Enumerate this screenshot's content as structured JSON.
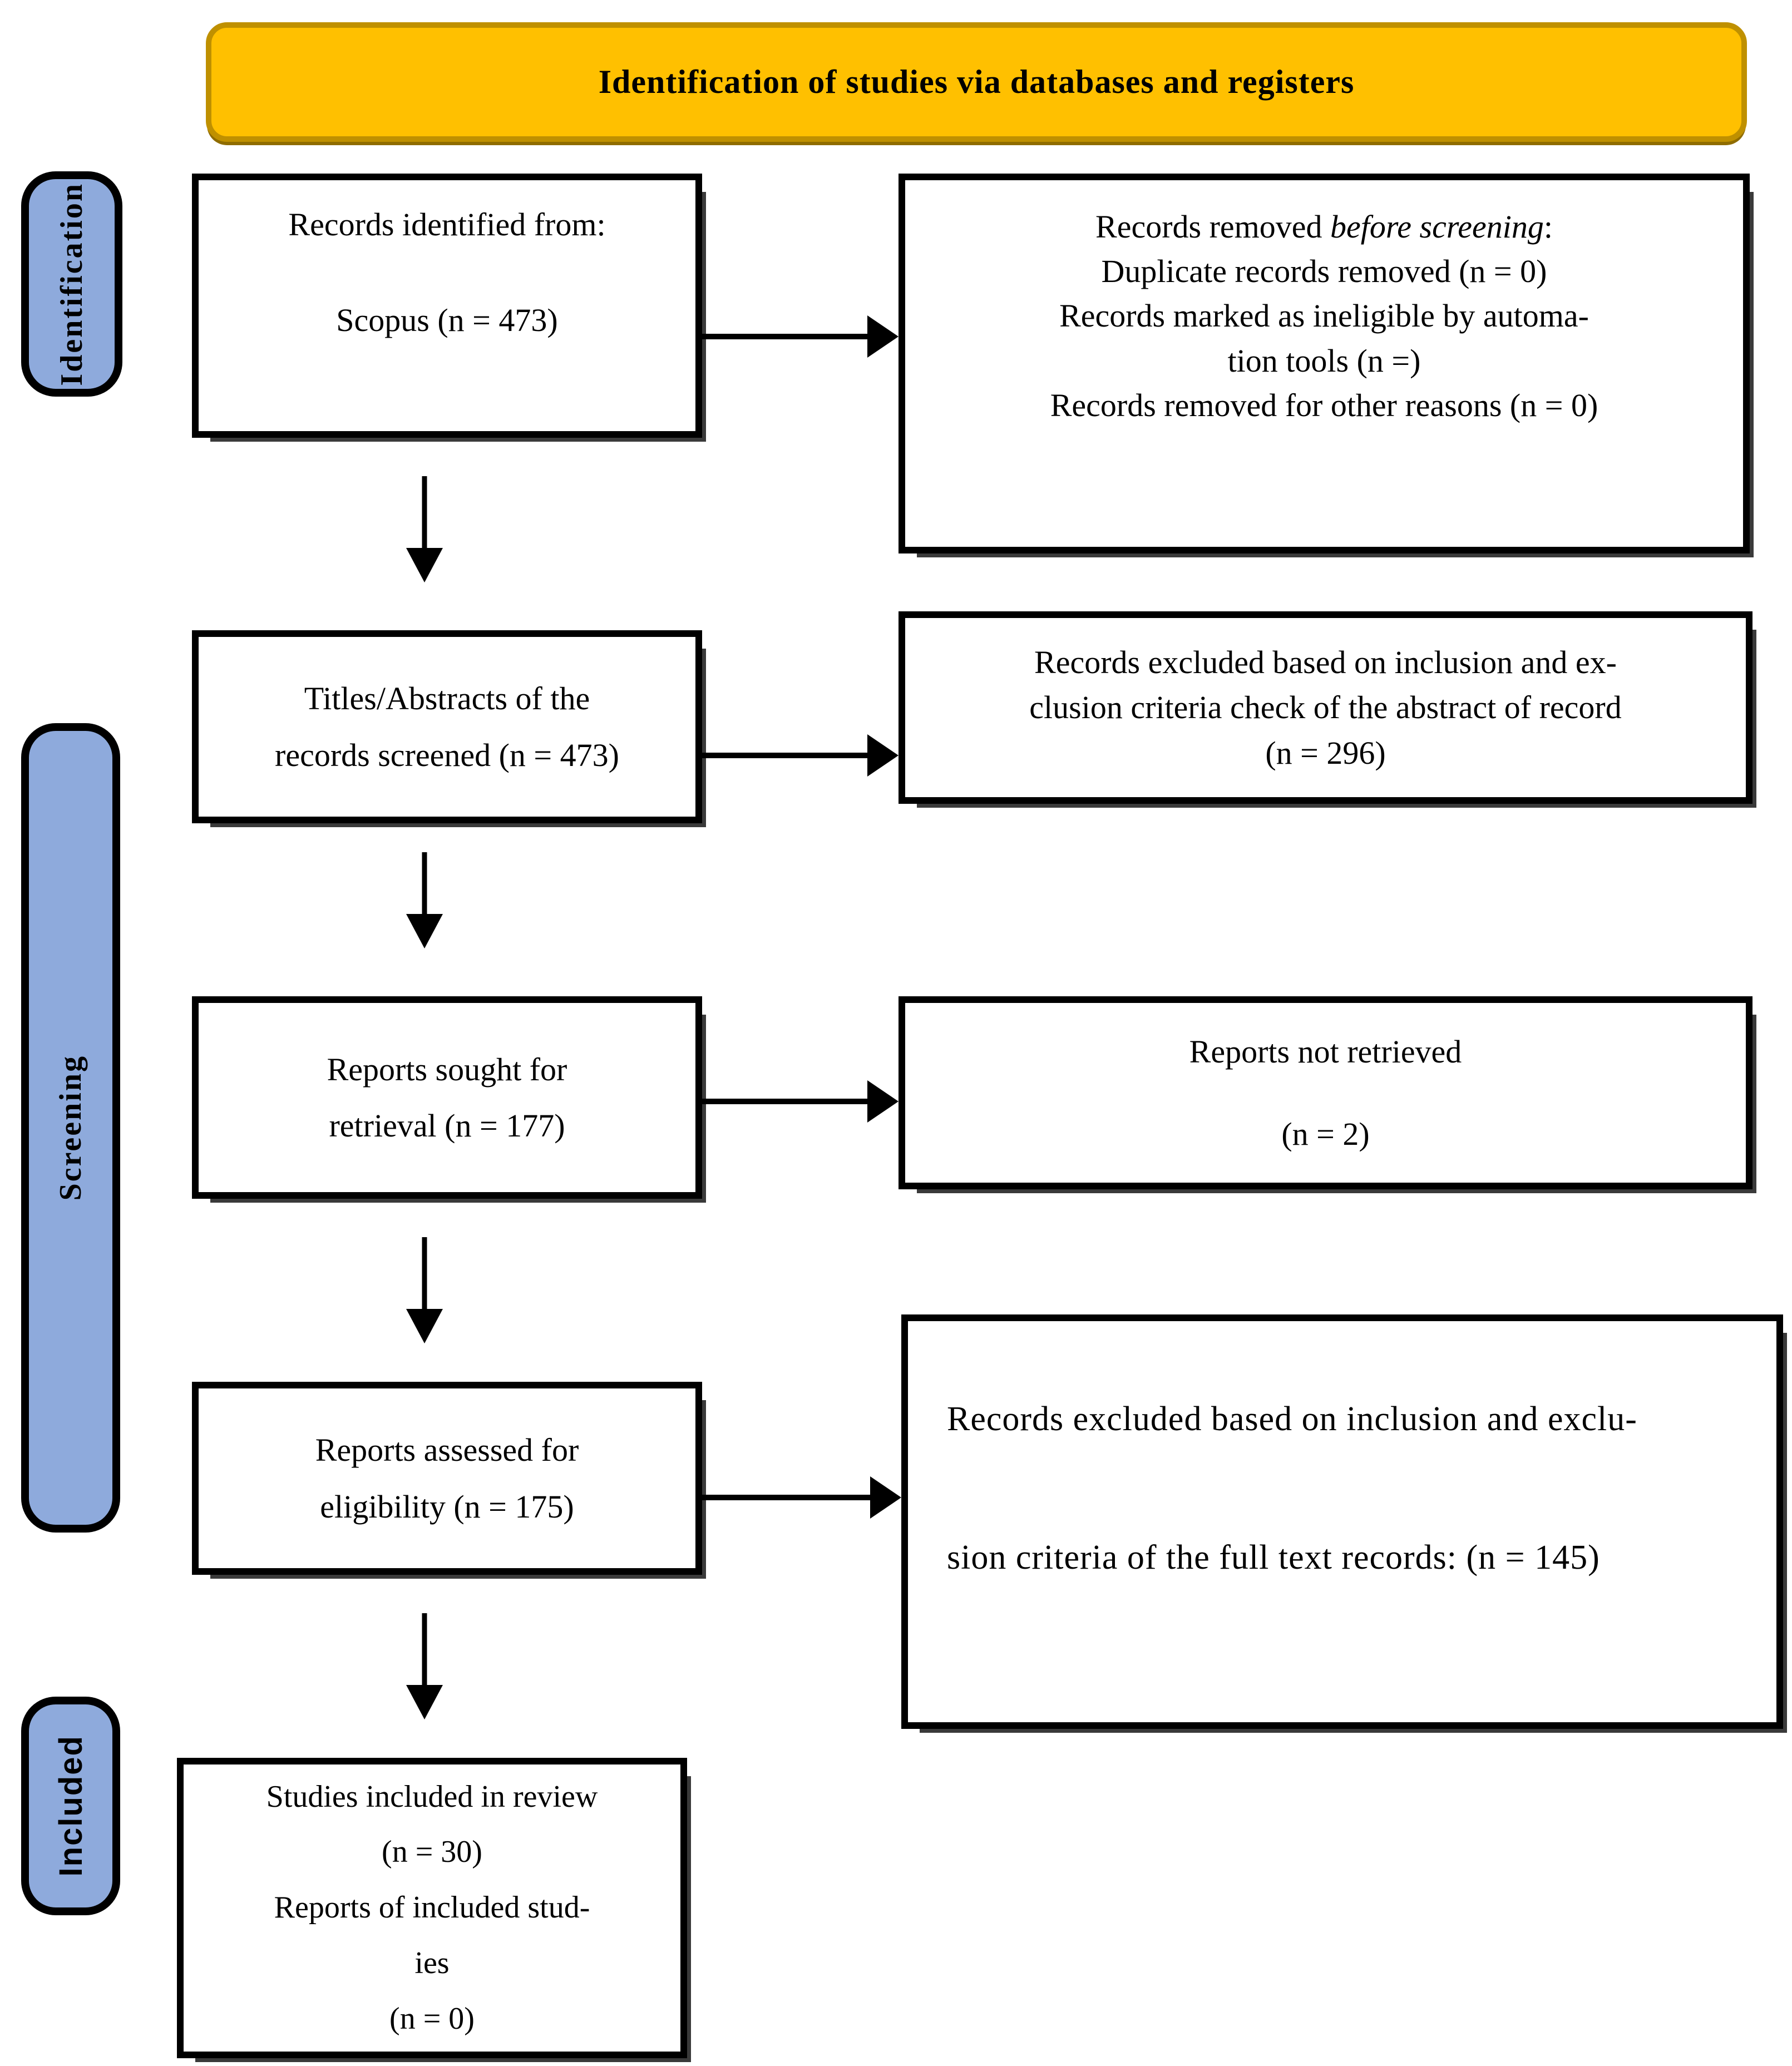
{
  "banner": {
    "title": "Identification of studies via databases and registers",
    "fill": "#FFC000",
    "border": "#BF9000"
  },
  "stages": [
    {
      "label": "Identification"
    },
    {
      "label": "Screening"
    },
    {
      "label": "Included"
    }
  ],
  "stage_fill": "#8EAADC",
  "boxes": {
    "l1": {
      "line1": "Records identified from:",
      "line2": "Scopus (n = 473)"
    },
    "l2": {
      "line1": "Titles/Abstracts of the",
      "line2": "records screened (n = 473)"
    },
    "l3": {
      "line1": "Reports sought for",
      "line2": "retrieval (n = 177)"
    },
    "l4": {
      "line1": "Reports assessed for",
      "line2": "eligibility (n = 175)"
    },
    "l5": {
      "line1": "Studies included in review",
      "line2": "(n = 30)",
      "line3": "Reports of included stud-",
      "line4": "ies",
      "line5": "(n = 0)"
    },
    "r1": {
      "line1_prefix": "Records removed ",
      "line1_italic": "before screening",
      "line1_suffix": ":",
      "line2": "Duplicate records removed (n = 0)",
      "line3": "Records marked as ineligible by automa-",
      "line4": "tion tools (n =)",
      "line5": "Records removed for other reasons (n = 0)"
    },
    "r2": {
      "line1": "Records excluded based on inclusion and ex-",
      "line2": "clusion criteria check of the abstract of record",
      "line3": "(n = 296)"
    },
    "r3": {
      "line1": "Reports not retrieved",
      "line2": "(n = 2)"
    },
    "r4": {
      "line1": "Records excluded based on inclusion and exclu-",
      "line2": "sion criteria of the full text records: (n = 145)"
    }
  }
}
